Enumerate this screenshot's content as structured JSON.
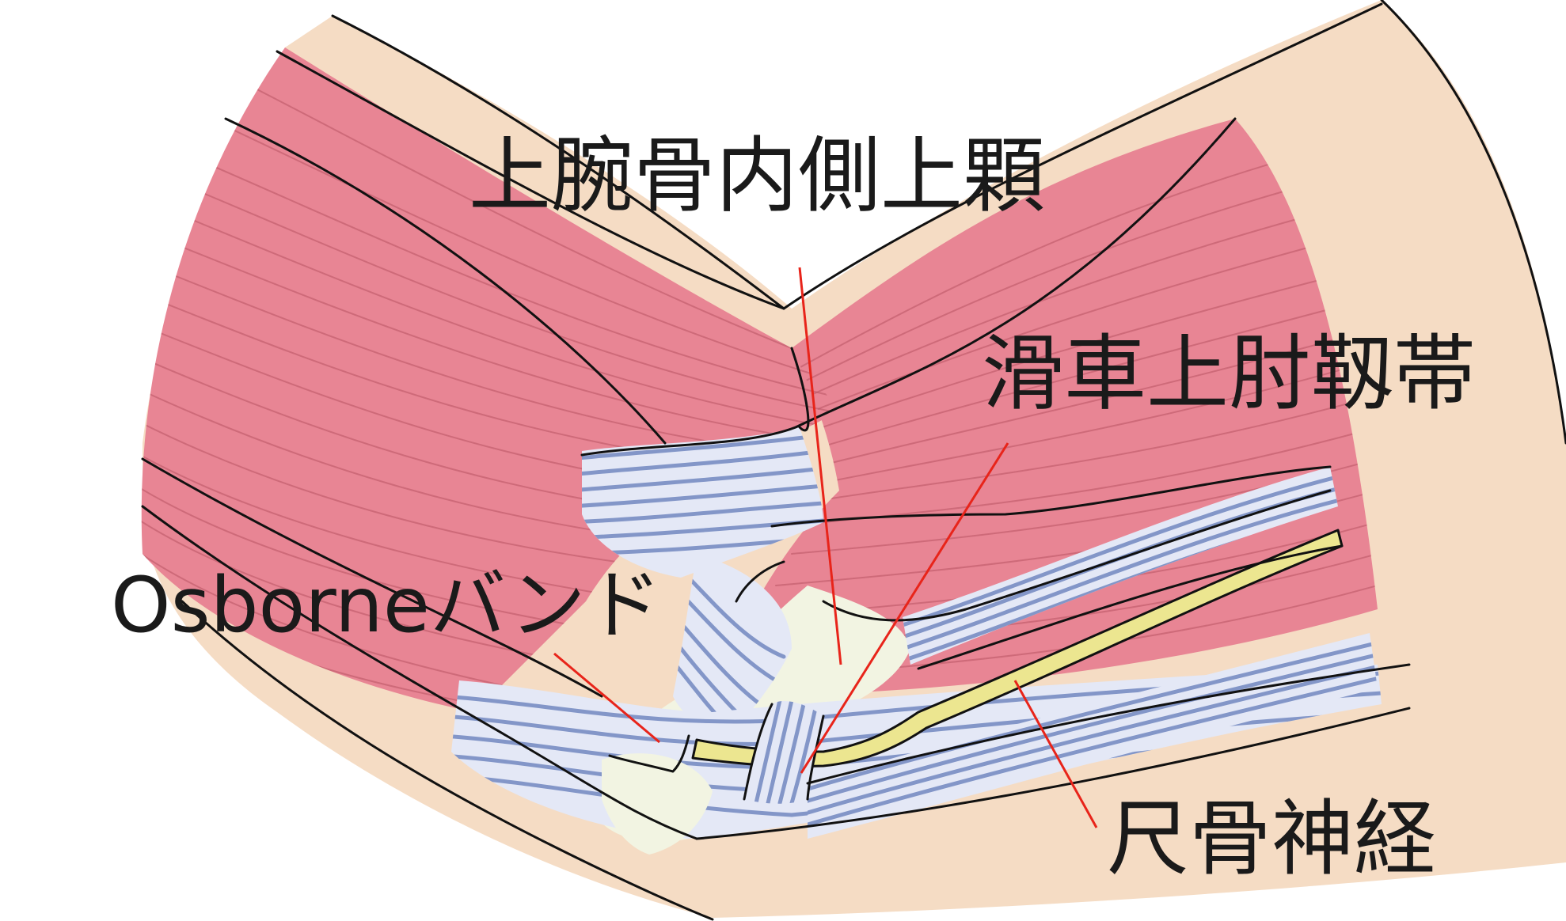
{
  "labels": {
    "medial_epicondyle": "上腕骨内側上顆",
    "epitrochleoanconeus_ligament": "滑車上肘靱帯",
    "osborne_band": "Osborneバンド",
    "ulnar_nerve": "尺骨神経"
  },
  "colors": {
    "skin": "#f5dcc4",
    "muscle": "#e88594",
    "muscle_fiber": "#b85462",
    "tendon": "#e4e8f6",
    "tendon_fiber": "#8396c8",
    "bone": "#f2f4e2",
    "nerve": "#ece690",
    "leader_line": "#e8241a",
    "outline": "#111111"
  }
}
